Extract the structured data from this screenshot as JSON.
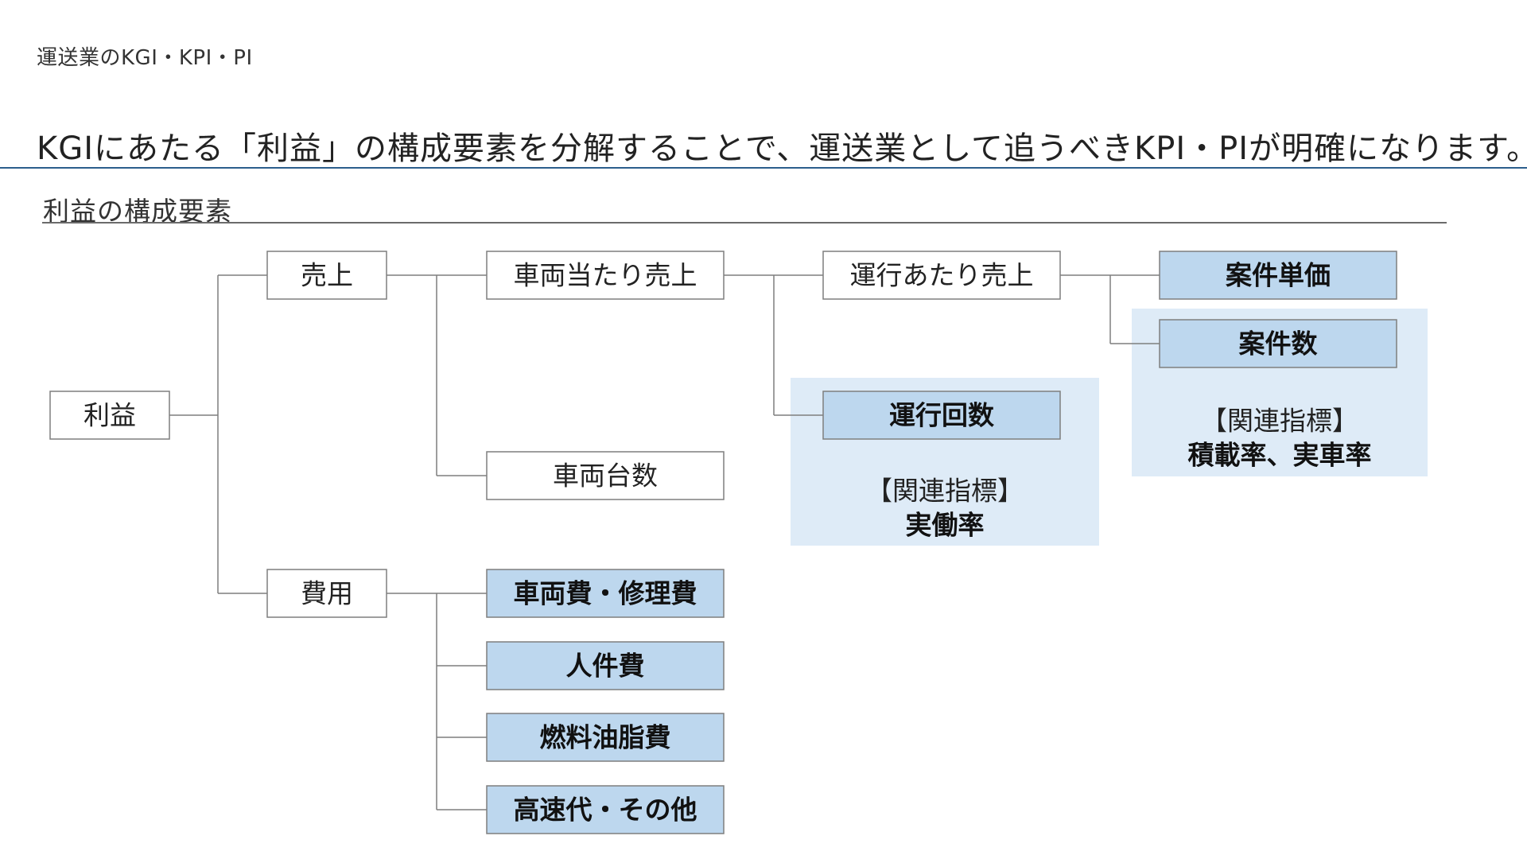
{
  "header": {
    "breadcrumb": "運送業のKGI・KPI・PI",
    "headline": "KGIにあたる「利益」の構成要素を分解することで、運送業として追うべきKPI・PIが明確になります。"
  },
  "section": {
    "title": "利益の構成要素"
  },
  "tree": {
    "root": "利益",
    "revenue": "売上",
    "cost": "費用",
    "revenue_per_vehicle": "車両当たり売上",
    "vehicle_count": "車両台数",
    "revenue_per_trip": "運行あたり売上",
    "trip_count": "運行回数",
    "unit_price": "案件単価",
    "job_count": "案件数",
    "vehicle_repair_cost": "車両費・修理費",
    "labor_cost": "人件費",
    "fuel_cost": "燃料油脂費",
    "toll_other_cost": "高速代・その他"
  },
  "related": {
    "trip": {
      "heading": "【関連指標】",
      "value": "実働率"
    },
    "job": {
      "heading": "【関連指標】",
      "value": "積載率、実車率"
    }
  },
  "colors": {
    "kpi_fill": "#bdd7ee",
    "related_panel": "#deebf7",
    "box_border": "#7f7f7f",
    "connector": "#7f7f7f",
    "header_rule": "#2b5e8c"
  }
}
